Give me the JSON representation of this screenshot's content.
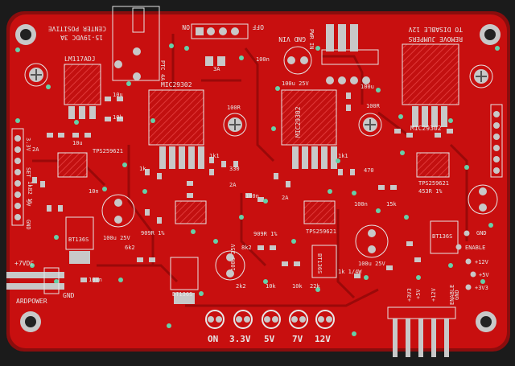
{
  "board": {
    "colors": {
      "background": "#1b1b1b",
      "substrate": "#8a0d0d",
      "copper_pour": "#c80f0f",
      "trace": "#b40c0c",
      "pad": "#c8c8c8",
      "via": "#66d0a8",
      "silkscreen": "#e6e6e6"
    },
    "top_texts": {
      "on": "ON",
      "off": "OFF",
      "gnd_vin": "GND VIN",
      "remove_jumpers": "REMOVE JUMPERS",
      "to_disable": "TO DISABLE 12V",
      "input_spec": "15-19VDC 3A",
      "center_positive": "CENTER POSITIVE",
      "ptc": "PTC 4A",
      "fuse_label": "3A",
      "pwr_in": "PWR IN"
    },
    "ic_labels": {
      "lm117": "LM117ADJ",
      "mic1": "MIC29302",
      "mic2": "MIC29302",
      "mic3": "MIC29302",
      "tps1": "TPS259621",
      "tps2": "TPS259621",
      "tps3": "TPS259621",
      "bt1": "BT136S",
      "bt2": "BT136S",
      "bt3": "BT136S",
      "bt4": "BT136S"
    },
    "left_labels": {
      "v33": "3.3V",
      "v5": "5V",
      "gnd": "GND",
      "set": "SET",
      "v7_in": "+7VDC",
      "ard_power": "ARDPOWER",
      "gnd2": "GND"
    },
    "right_labels": {
      "gnd": "GND",
      "enable": "ENABLE",
      "p12v": "+12V",
      "p5v": "+5V",
      "p33v": "+3V3",
      "r100": "100R"
    },
    "bottom_labels": [
      "ON",
      "3.3V",
      "5V",
      "7V",
      "12V"
    ],
    "header_labels": [
      "+3V3",
      "+5V",
      "+12V",
      "ENABLE",
      "GND"
    ],
    "component_values": {
      "c100u25v": "100u 25V",
      "c100u": "100u",
      "c10u": "10u",
      "c100n": "100n",
      "r10k": "10k",
      "r1k": "1k",
      "r1k1": "1k1",
      "r330": "330",
      "r2k2": "2k2",
      "r22k": "22k",
      "r8k2": "8k2",
      "r909r": "909R 1%",
      "r453r": "453R 1%",
      "r100r": "100R",
      "r15k": "15k",
      "r470": "470",
      "r2a": "2A",
      "r10n": "10n",
      "r6k2": "6k2",
      "r1k4w": "1k 1/4W",
      "r1k82": "1k82 1%"
    }
  }
}
